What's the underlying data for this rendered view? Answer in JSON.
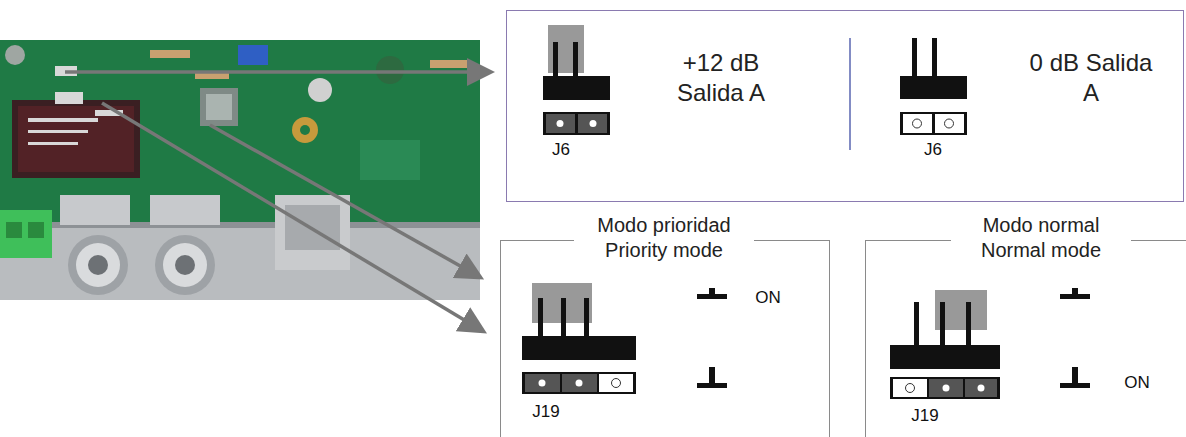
{
  "diagram": {
    "nodes": [
      {
        "text": [
          "+12 dB Salida A",
          "0 dB Salida A"
        ]
      },
      {
        "text": [
          "Modo prioridad Priority mode"
        ]
      },
      {
        "text": [
          "Modo normal Normal mode"
        ]
      }
    ],
    "labels": [
      "J6",
      "J6",
      "ON",
      "J19",
      "J19",
      "ON"
    ]
  }
}
